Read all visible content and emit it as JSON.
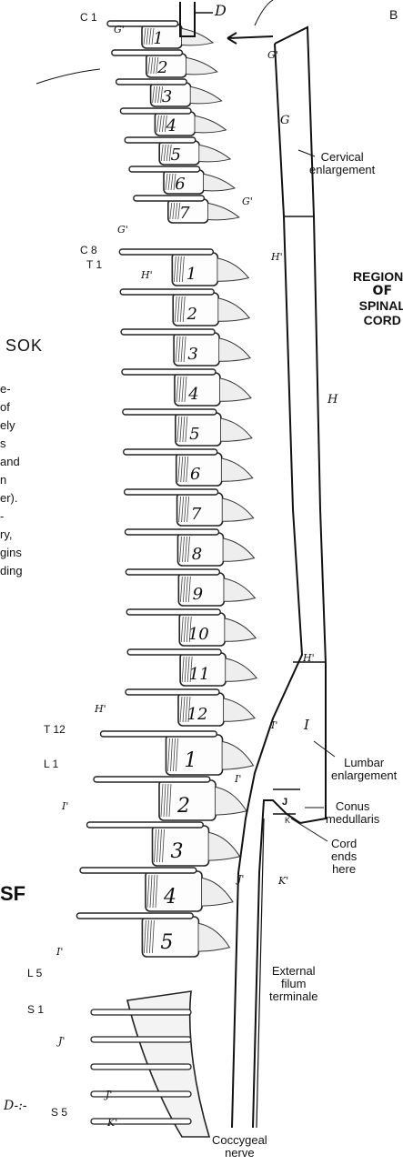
{
  "title_fragments": {
    "top_right": "B",
    "letter_d": "D",
    "heading_right_fragment": "SOK",
    "heading_right_fragment2": "SF",
    "bottom_left_fragment": "D-:-"
  },
  "left_cut_text": [
    "e-",
    "of",
    "ely",
    "s",
    "and",
    "n",
    "er).",
    "-",
    "ry,",
    "",
    "gins",
    "ding"
  ],
  "segment_labels": {
    "c1": "C 1",
    "c8": "C 8",
    "t1": "T 1",
    "t12": "T 12",
    "l1": "L 1",
    "l5": "L 5",
    "s1": "S 1",
    "s5": "S 5"
  },
  "vertebra_numbers": {
    "cervical": [
      "1",
      "2",
      "3",
      "4",
      "5",
      "6",
      "7"
    ],
    "thoracic": [
      "1",
      "2",
      "3",
      "4",
      "5",
      "6",
      "7",
      "8",
      "9",
      "10",
      "11",
      "12"
    ],
    "lumbar": [
      "1",
      "2",
      "3",
      "4",
      "5"
    ]
  },
  "region_letters": {
    "g": "G",
    "h": "H",
    "i": "I",
    "j": "J",
    "k": "K",
    "g_prime": "G'",
    "h_prime": "H'",
    "i_prime": "I'",
    "j_prime": "J'",
    "k_prime": "K'"
  },
  "annotations": {
    "cervical_enlargement": [
      "Cervical",
      "enlargement"
    ],
    "regions_of_spinal_cord": [
      "REGIONS",
      "OF",
      "SPINAL",
      "CORD"
    ],
    "lumbar_enlargement": [
      "Lumbar",
      "enlargement"
    ],
    "conus_medullaris": [
      "Conus",
      "medullaris"
    ],
    "cord_ends_here": [
      "Cord",
      "ends",
      "here"
    ],
    "external_filum_terminale": [
      "External",
      "filum",
      "terminale"
    ],
    "coccygeal_nerve": [
      "Coccygeal",
      "nerve"
    ]
  }
}
